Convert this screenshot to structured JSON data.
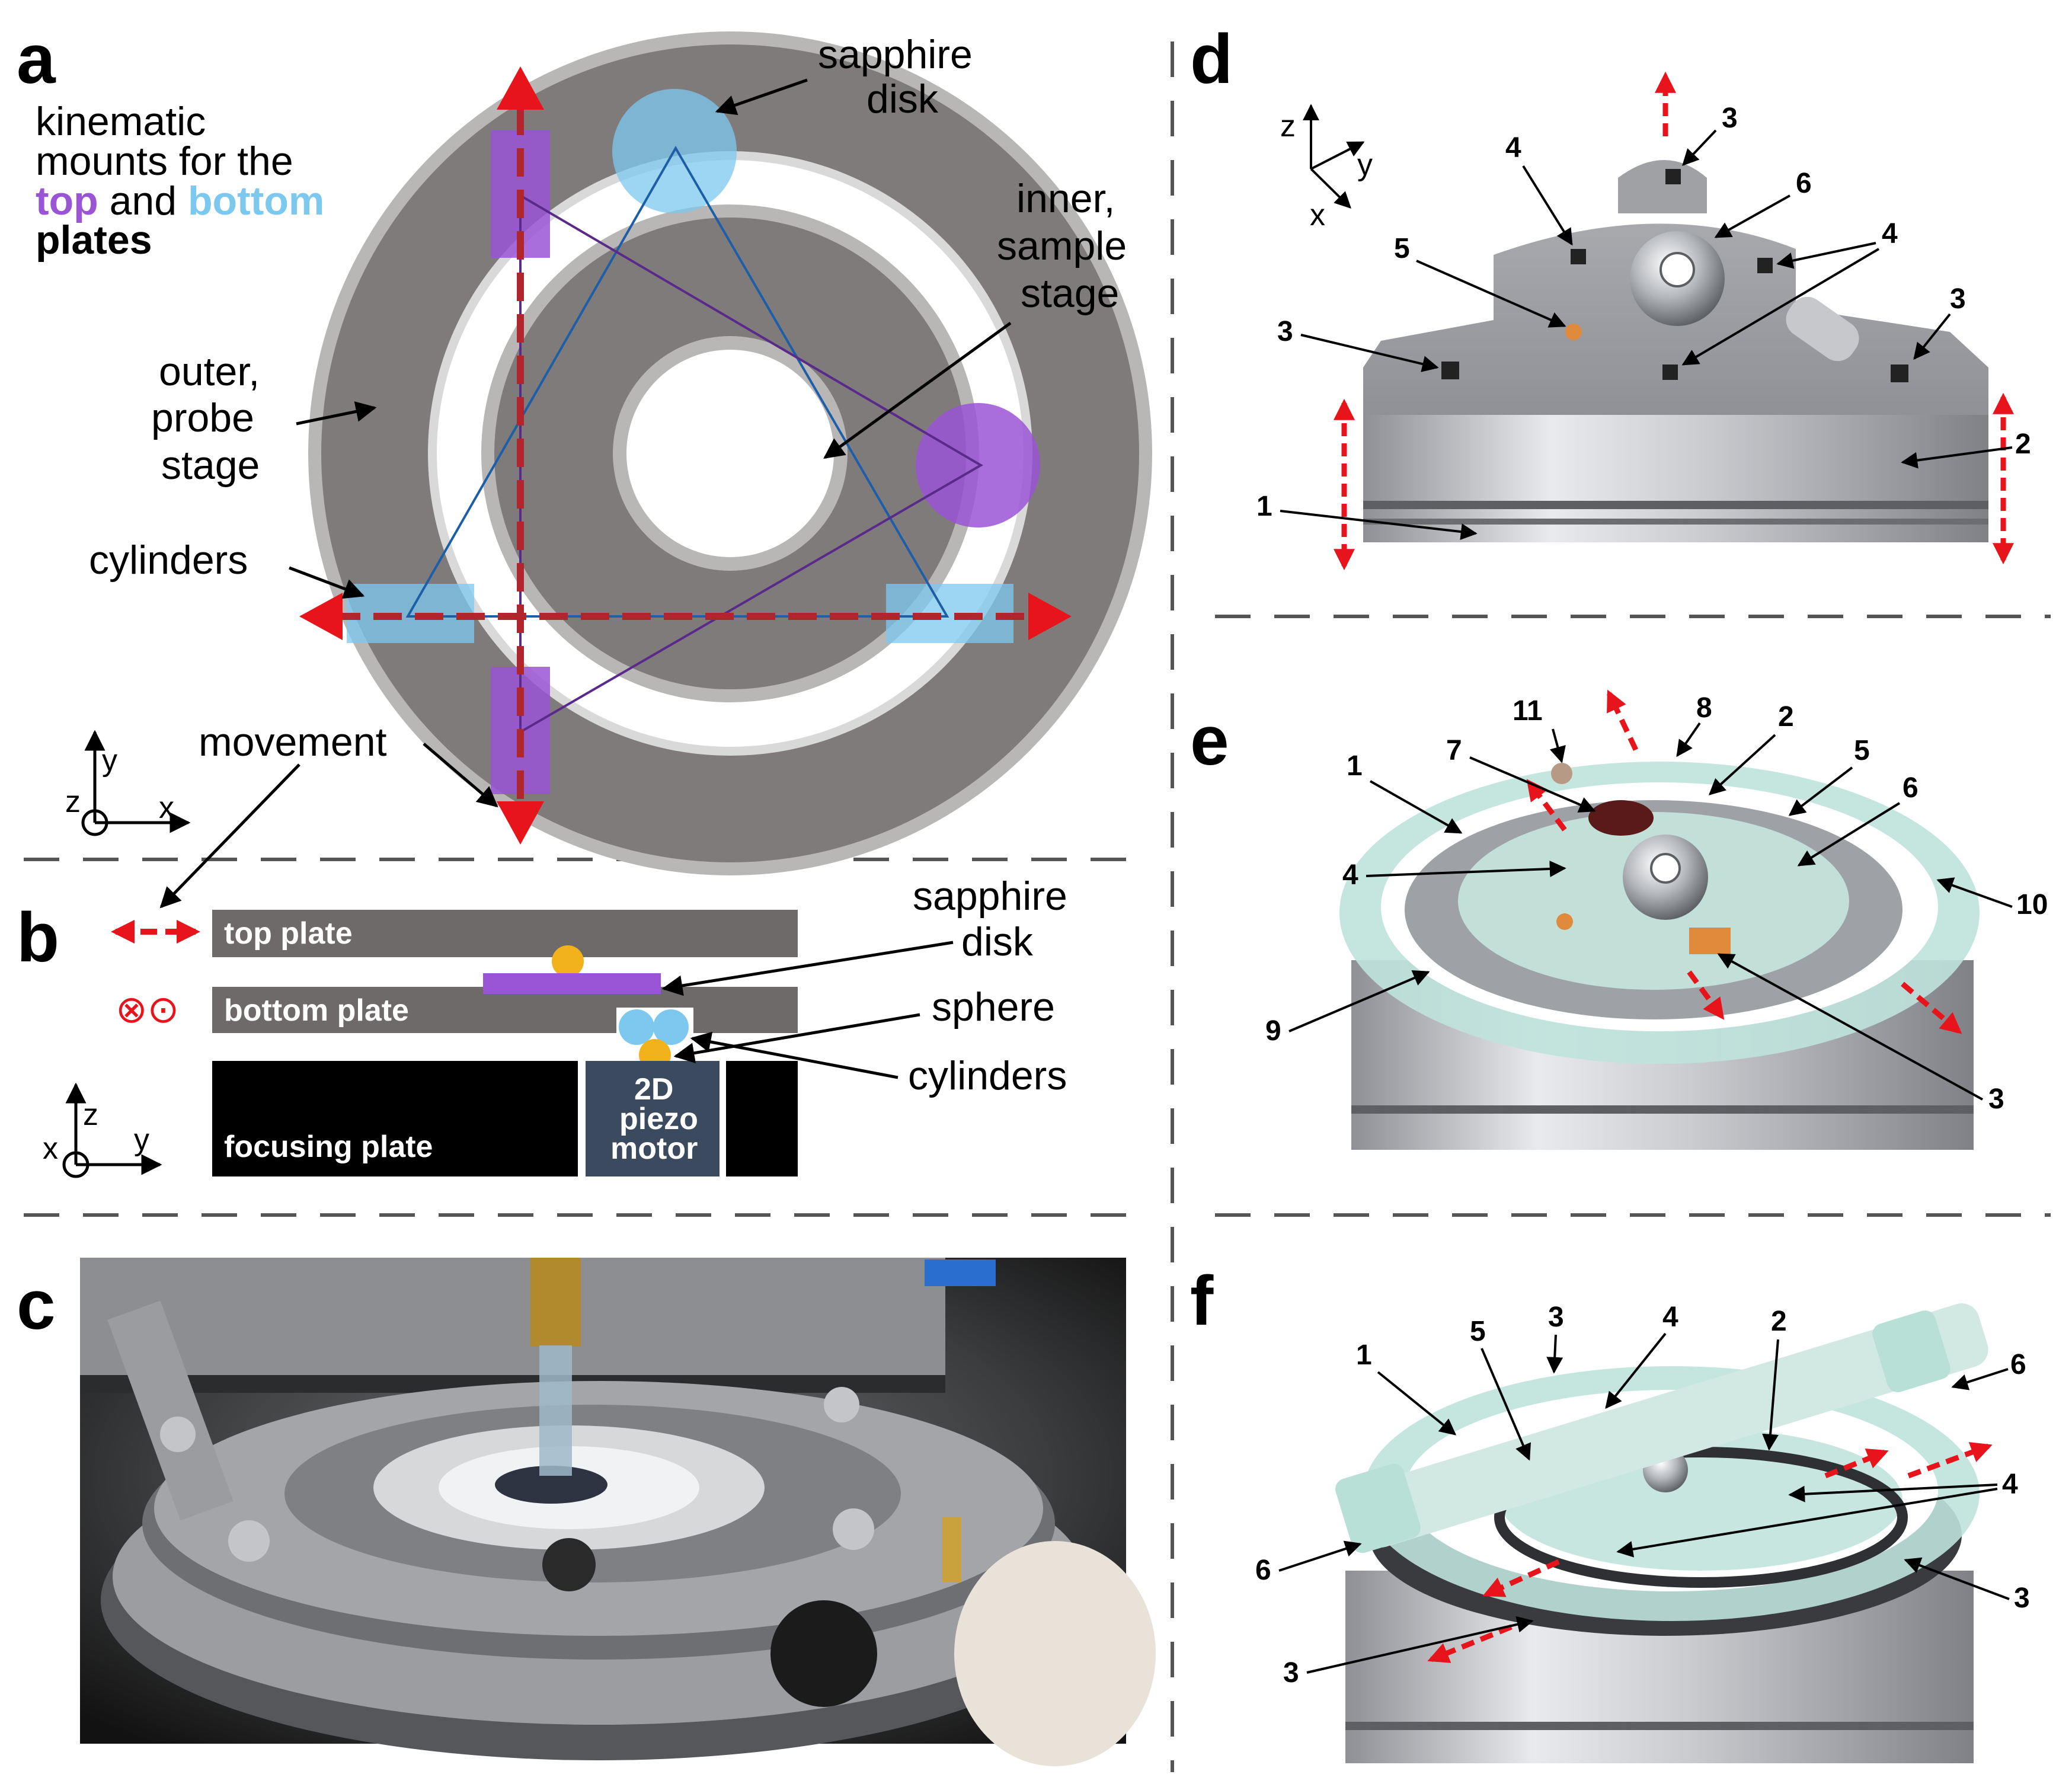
{
  "panels": {
    "a": {
      "letter": "a",
      "labels": {
        "kinematic_1": "kinematic",
        "kinematic_2": "mounts for the",
        "kinematic_top": "top",
        "kinematic_and": " and ",
        "kinematic_bottom": "bottom",
        "kinematic_plates": "plates",
        "sapphire_1": "sapphire",
        "sapphire_2": "disk",
        "inner_1": "inner,",
        "inner_2": "sample",
        "inner_3": "stage",
        "outer_1": "outer,",
        "outer_2": "probe",
        "outer_3": "stage",
        "cylinders": "cylinders",
        "movement": "movement",
        "axis_y": "y",
        "axis_z": "z",
        "axis_x": "x"
      }
    },
    "b": {
      "letter": "b",
      "labels": {
        "top_plate": "top plate",
        "bottom_plate": "bottom plate",
        "focusing_plate": "focusing plate",
        "piezo_1": "2D",
        "piezo_2": "piezo",
        "piezo_3": "motor",
        "sapphire_1": "sapphire",
        "sapphire_2": "disk",
        "sphere": "sphere",
        "cylinders": "cylinders",
        "axis_x": "x",
        "axis_z": "z",
        "axis_y": "y"
      }
    },
    "c": {
      "letter": "c"
    },
    "d": {
      "letter": "d",
      "axis": {
        "z": "z",
        "y": "y",
        "x": "x"
      },
      "numbers": {
        "n1": "1",
        "n2": "2",
        "n3a": "3",
        "n3b": "3",
        "n3c": "3",
        "n4a": "4",
        "n4b": "4",
        "n5": "5",
        "n6": "6"
      }
    },
    "e": {
      "letter": "e",
      "numbers": {
        "n1": "1",
        "n2": "2",
        "n3": "3",
        "n4": "4",
        "n5": "5",
        "n6": "6",
        "n7": "7",
        "n8": "8",
        "n9": "9",
        "n10": "10",
        "n11": "11"
      }
    },
    "f": {
      "letter": "f",
      "numbers": {
        "n1": "1",
        "n2": "2",
        "n3a": "3",
        "n3b": "3",
        "n3c": "3",
        "n4a": "4",
        "n4b": "4",
        "n5": "5",
        "n6a": "6",
        "n6b": "6"
      }
    }
  },
  "colors": {
    "stage_gray": "#7f7b7b",
    "stage_light": "#b9b6b6",
    "purple": "#9a55d6",
    "blue": "#7cc8ef",
    "arrow_red": "#e8141b",
    "dashed_red": "#b0262c",
    "sphere_gold": "#f1b21b",
    "plate_gray": "#6f6a6a",
    "motor_blue": "#3b4a5e"
  }
}
